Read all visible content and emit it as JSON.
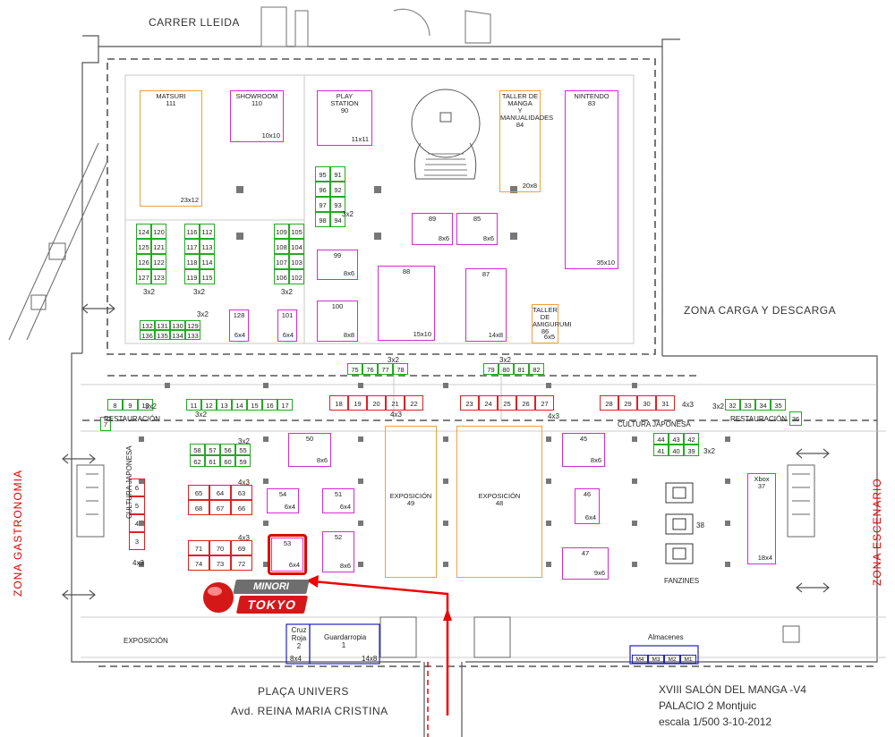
{
  "streets": {
    "top": "CARRER LLEIDA",
    "bottom_1": "PLAÇA UNIVERS",
    "bottom_2": "Avd. REINA MARIA CRISTINA"
  },
  "zones": {
    "carga": "ZONA CARGA  Y DESCARGA",
    "gastronomia": "ZONA   GASTRONOMIA",
    "escenario": "ZONA   ESCENARIO"
  },
  "footer": {
    "title": "XVIII SALÓN DEL MANGA -V4",
    "palace": "PALACIO 2  Montjuic",
    "scale": "escala 1/500    3-10-2012"
  },
  "logo": {
    "line1": "MINORI",
    "line2": "TOKYO"
  },
  "colors": {
    "magenta": "#d42ad4",
    "orange": "#f0a040",
    "green": "#22aa22",
    "red": "#dd2222",
    "blue": "#2222bb",
    "highlight": "#e00000"
  },
  "stands": [
    {
      "id": "matsuri",
      "name": "MATSURI",
      "num": "111",
      "dim": "23x12",
      "color": "orange"
    },
    {
      "id": "showroom",
      "name": "SHOWROOM",
      "num": "110",
      "dim": "10x10",
      "color": "magenta"
    },
    {
      "id": "playstation",
      "name": "PLAY\nSTATION",
      "num": "90",
      "dim": "11x11",
      "color": "magenta"
    },
    {
      "id": "taller-manga",
      "name": "TALLER DE MANGA\nY\nMANUALIDADES",
      "num": "84",
      "dim": "20x8",
      "color": "orange"
    },
    {
      "id": "nintendo",
      "name": "NINTENDO",
      "num": "83",
      "dim": "35x10",
      "color": "magenta"
    },
    {
      "id": "s89",
      "name": "",
      "num": "89",
      "dim": "8x6",
      "color": "magenta"
    },
    {
      "id": "s85",
      "name": "",
      "num": "85",
      "dim": "8x6",
      "color": "magenta"
    },
    {
      "id": "s99",
      "name": "",
      "num": "99",
      "dim": "8x6",
      "color": "magenta"
    },
    {
      "id": "s88",
      "name": "",
      "num": "88",
      "dim": "15x10",
      "color": "magenta"
    },
    {
      "id": "s87",
      "name": "",
      "num": "87",
      "dim": "14x8",
      "color": "magenta"
    },
    {
      "id": "s100",
      "name": "",
      "num": "100",
      "dim": "8x8",
      "color": "magenta"
    },
    {
      "id": "amigurumi",
      "name": "TALLER\nDE\nAMIGURUMI",
      "num": "86",
      "dim": "6x5",
      "color": "orange"
    },
    {
      "id": "s128",
      "name": "",
      "num": "128",
      "dim": "6x4",
      "color": "magenta"
    },
    {
      "id": "s101",
      "name": "",
      "num": "101",
      "dim": "6x4",
      "color": "magenta"
    },
    {
      "id": "s50",
      "name": "",
      "num": "50",
      "dim": "8x6",
      "color": "magenta"
    },
    {
      "id": "s45",
      "name": "",
      "num": "45",
      "dim": "8x6",
      "color": "magenta"
    },
    {
      "id": "expo49",
      "name": "EXPOSICIÓN",
      "num": "49",
      "dim": "",
      "color": "orange"
    },
    {
      "id": "expo48",
      "name": "EXPOSICIÓN",
      "num": "48",
      "dim": "",
      "color": "orange"
    },
    {
      "id": "s54",
      "name": "",
      "num": "54",
      "dim": "6x4",
      "color": "magenta"
    },
    {
      "id": "s51",
      "name": "",
      "num": "51",
      "dim": "6x4",
      "color": "magenta"
    },
    {
      "id": "s46",
      "name": "",
      "num": "46",
      "dim": "6x4",
      "color": "magenta"
    },
    {
      "id": "s52",
      "name": "",
      "num": "52",
      "dim": "8x6",
      "color": "magenta"
    },
    {
      "id": "s53",
      "name": "",
      "num": "53",
      "dim": "6x4",
      "color": "magenta"
    },
    {
      "id": "s47",
      "name": "",
      "num": "47",
      "dim": "9x6",
      "color": "magenta"
    },
    {
      "id": "xbox",
      "name": "Xbox",
      "num": "37",
      "dim": "18x4",
      "color": "magenta"
    }
  ],
  "labels": {
    "restauracion_left": "RESTAURACIÓN",
    "restauracion_right": "RESTAURACIÓN",
    "cultura_japonesa_top": "CULTURA  JAPONESA",
    "cultura_japonesa_left": "CULTURA  JAPONESA",
    "fanzines": "FANZINES",
    "fanzines_num": "38",
    "exposicion_bottom": "EXPOSICIÓN",
    "cruz_roja": "Cruz\nRoja\n2",
    "cruz_roja_dim": "8x4",
    "guardarropia": "Guardarropia\n1",
    "guardarropia_dim": "14x8",
    "almacenes": "Almacenes",
    "m_boxes": [
      "M4",
      "M3",
      "M2",
      "M1"
    ],
    "dim_3x2": "3x2",
    "dim_4x3": "4x3"
  },
  "green_blocks": {
    "b1": [
      "124",
      "120",
      "125",
      "121",
      "126",
      "122",
      "127",
      "123"
    ],
    "b2": [
      "116",
      "112",
      "117",
      "113",
      "118",
      "114",
      "119",
      "115"
    ],
    "b3": [
      "109",
      "105",
      "108",
      "104",
      "107",
      "103",
      "106",
      "102"
    ],
    "b4": [
      "95",
      "91",
      "96",
      "92",
      "97",
      "93",
      "98",
      "94"
    ],
    "b5": [
      "132",
      "131",
      "130",
      "129",
      "136",
      "135",
      "134",
      "133"
    ],
    "b6": [
      "75",
      "76",
      "77",
      "78"
    ],
    "b7": [
      "79",
      "80",
      "81",
      "82"
    ],
    "b8": [
      "8",
      "9",
      "10"
    ],
    "b9": [
      "11",
      "12",
      "13",
      "14",
      "15",
      "16",
      "17"
    ],
    "b10": [
      "32",
      "33",
      "34",
      "35"
    ],
    "b11": [
      "58",
      "57",
      "56",
      "55",
      "62",
      "61",
      "60",
      "59"
    ],
    "b12": [
      "44",
      "43",
      "42",
      "41",
      "40",
      "39"
    ],
    "b7single": "7",
    "b36single": "36"
  },
  "red_blocks": {
    "r1": [
      "18",
      "19",
      "20",
      "21",
      "22"
    ],
    "r2": [
      "23",
      "24",
      "25",
      "26",
      "27"
    ],
    "r3": [
      "28",
      "29",
      "30",
      "31"
    ],
    "r4": [
      "65",
      "64",
      "63",
      "68",
      "67",
      "66"
    ],
    "r5": [
      "71",
      "70",
      "69",
      "74",
      "73",
      "72"
    ],
    "r6": [
      "6",
      "5",
      "4",
      "3"
    ]
  }
}
